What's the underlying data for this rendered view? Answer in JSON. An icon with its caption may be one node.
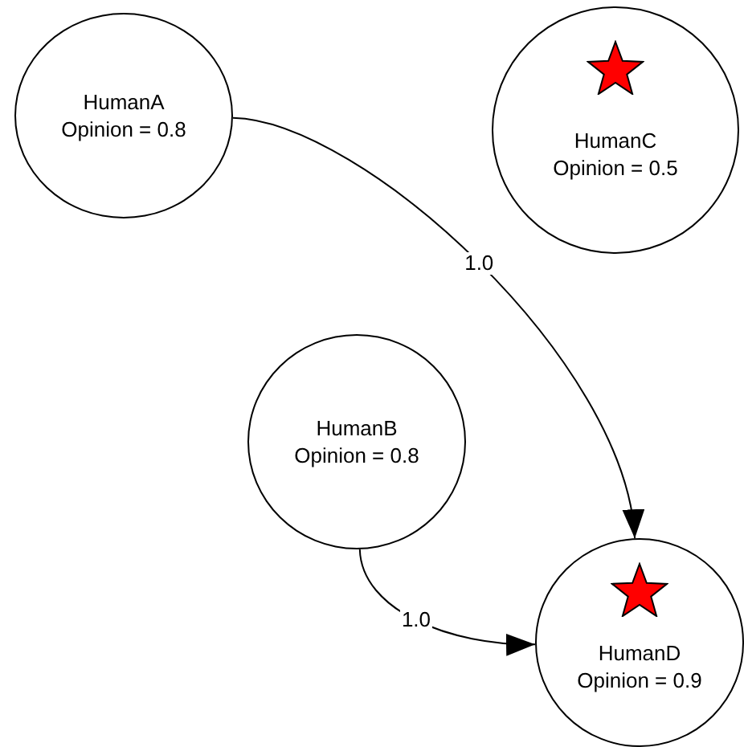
{
  "diagram": {
    "nodes": [
      {
        "text": [
          "HumanA",
          "Opinion = 0.8"
        ]
      },
      {
        "text": [
          "HumanC",
          "Opinion = 0.5"
        ]
      },
      {
        "text": [
          "HumanB",
          "Opinion = 0.8"
        ]
      },
      {
        "text": [
          "HumanD",
          "Opinion = 0.9"
        ]
      }
    ],
    "edges": [
      {
        "from": 0,
        "to": 3,
        "arrow": "to",
        "label": "1.0"
      },
      {
        "from": 2,
        "to": 3,
        "arrow": "to",
        "label": "1.0"
      }
    ]
  }
}
